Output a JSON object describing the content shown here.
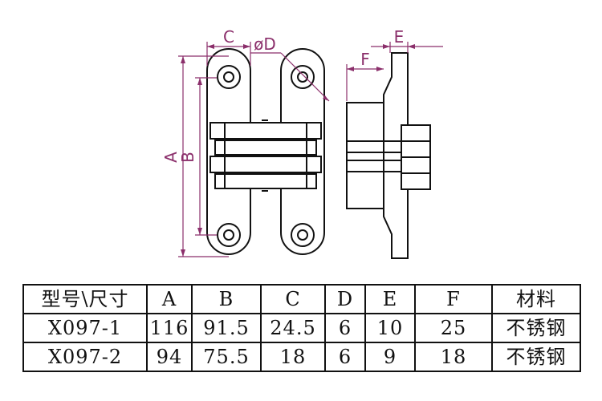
{
  "drawing": {
    "labels": {
      "a": "A",
      "b": "B",
      "c": "C",
      "d": "øD",
      "e": "E",
      "f": "F"
    },
    "colors": {
      "outline": "#111111",
      "dimension": "#8b2f6b"
    }
  },
  "table": {
    "header": [
      "型号\\尺寸",
      "A",
      "B",
      "C",
      "D",
      "E",
      "F",
      "材料"
    ],
    "rows": [
      [
        "X097-1",
        "116",
        "91.5",
        "24.5",
        "6",
        "10",
        "25",
        "不锈钢"
      ],
      [
        "X097-2",
        "94",
        "75.5",
        "18",
        "6",
        "9",
        "18",
        "不锈钢"
      ]
    ]
  }
}
